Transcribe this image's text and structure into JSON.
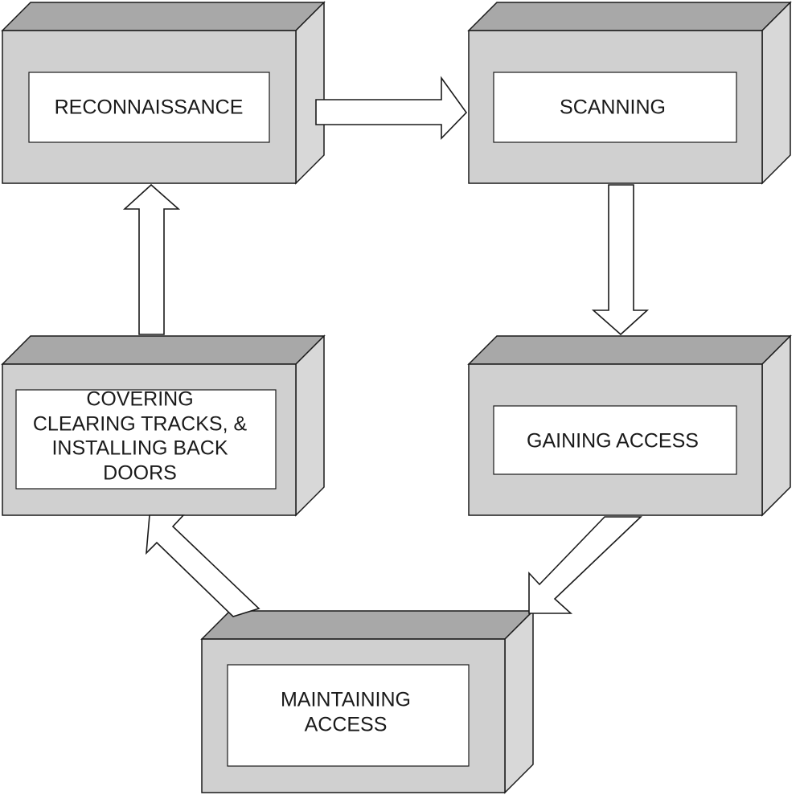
{
  "diagram": {
    "stages": [
      {
        "id": "reconnaissance",
        "lines": [
          "RECONNAISSANCE"
        ]
      },
      {
        "id": "scanning",
        "lines": [
          "SCANNING"
        ]
      },
      {
        "id": "gaining-access",
        "lines": [
          "GAINING ACCESS"
        ]
      },
      {
        "id": "maintaining-access",
        "lines": [
          "MAINTAINING",
          "ACCESS"
        ]
      },
      {
        "id": "covering",
        "lines": [
          "COVERING",
          "CLEARING TRACKS, &",
          "INSTALLING BACK",
          "DOORS"
        ]
      }
    ],
    "colors": {
      "box_top": "#a8a8a8",
      "box_side": "#d8d8d8",
      "box_front": "#d0d0d0",
      "label_fill": "#ffffff",
      "stroke": "#1a1a1a"
    }
  }
}
